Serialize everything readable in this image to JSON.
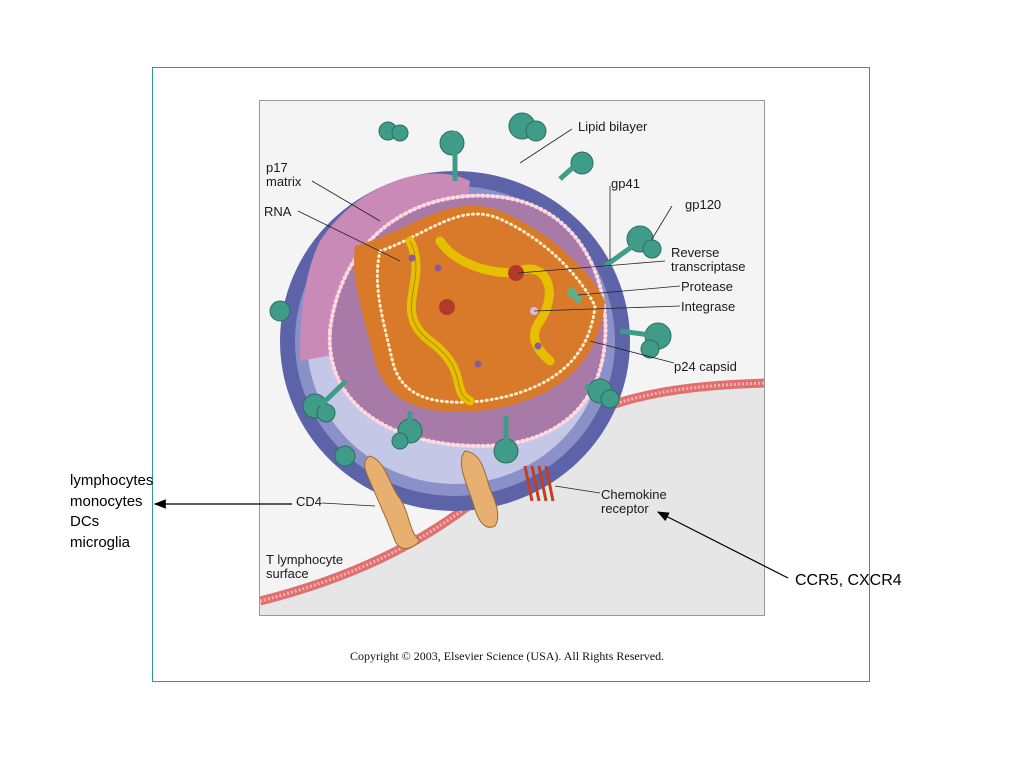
{
  "diagram": {
    "labels": {
      "lipid_bilayer": "Lipid bilayer",
      "p17_matrix": "p17\nmatrix",
      "rna": "RNA",
      "gp41": "gp41",
      "gp120": "gp120",
      "reverse_transcriptase": "Reverse\ntranscriptase",
      "protease": "Protease",
      "integrase": "Integrase",
      "p24_capsid": "p24 capsid",
      "cd4": "CD4",
      "chemokine_receptor": "Chemokine\nreceptor",
      "t_lymphocyte_surface": "T lymphocyte\nsurface"
    },
    "copyright": "Copyright © 2003, Elsevier Science (USA). All Rights Reserved."
  },
  "annotations": {
    "cd4_targets": [
      "lymphocytes",
      "monocytes",
      "DCs",
      "microglia"
    ],
    "coreceptors": "CCR5, CXCR4"
  },
  "colors": {
    "frame": "#2a9d8f",
    "envelope": "#5c63a8",
    "inner_shell": "#b0b4d8",
    "matrix": "#b07aa6",
    "capsid": "#d97a2b",
    "rna": "#e6c000",
    "spike": "#3f9c88",
    "membrane": "#e07070",
    "cd4": "#e8b070"
  }
}
